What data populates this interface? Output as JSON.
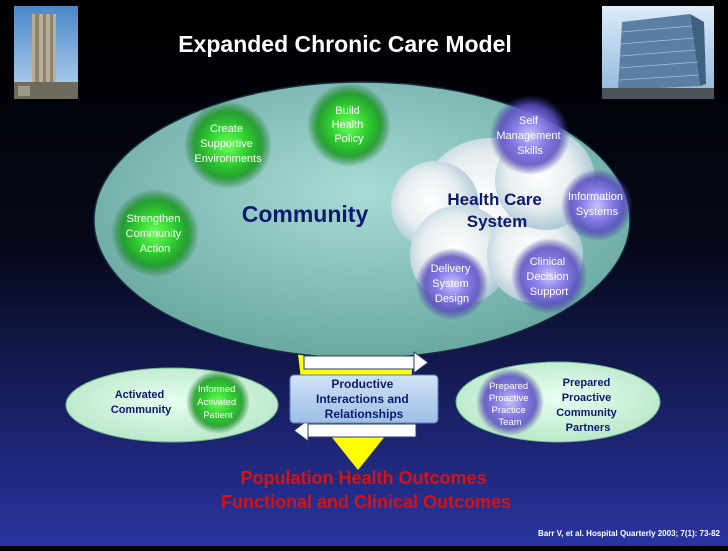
{
  "title": "Expanded Chronic Care Model",
  "community": {
    "label": "Community",
    "build_policy": [
      "Build",
      "Health",
      "Policy"
    ],
    "supportive_env": [
      "Create",
      "Supportive",
      "Environments"
    ],
    "strengthen_action": [
      "Strengthen",
      "Community",
      "Action"
    ]
  },
  "health_care_system": {
    "label": [
      "Health Care",
      "System"
    ],
    "self_management": [
      "Self",
      "Management",
      "Skills"
    ],
    "information_systems": [
      "Information",
      "Systems"
    ],
    "decision_support": [
      "Clinical",
      "Decision",
      "Support"
    ],
    "delivery_design": [
      "Delivery",
      "System",
      "Design"
    ]
  },
  "left_oval": {
    "activated_community": [
      "Activated",
      "Community"
    ],
    "informed_patient": [
      "Informed",
      "Activated",
      "Patient"
    ]
  },
  "center_box": [
    "Productive",
    "Interactions and",
    "Relationships"
  ],
  "right_oval": {
    "prepared_team": [
      "Prepared",
      "Proactive",
      "Practice",
      "Team"
    ],
    "prepared_partners": [
      "Prepared",
      "Proactive",
      "Community",
      "Partners"
    ]
  },
  "outcomes": [
    "Population Health Outcomes",
    "Functional and Clinical Outcomes"
  ],
  "citation": "Barr V, et al. Hospital Quarterly 2003; 7(1): 73-82",
  "colors": {
    "green": "#2fcf2f",
    "purple": "#6a5ccc",
    "yellow": "#ffff00",
    "outcome_red": "#d8120f",
    "oval": "#7eb8b0",
    "navy_text": "#0d1a6e"
  }
}
